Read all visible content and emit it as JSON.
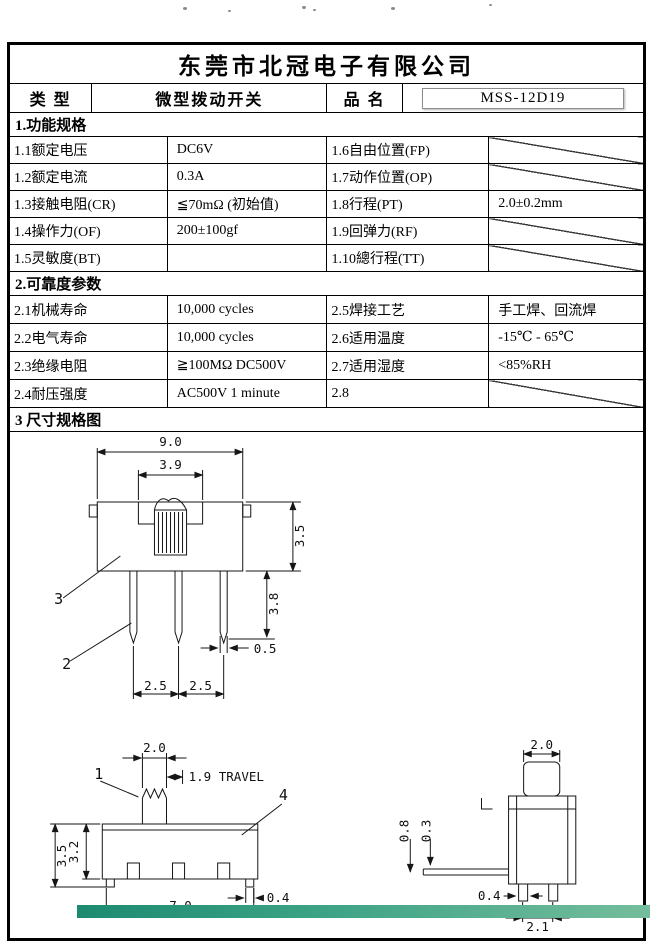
{
  "header": {
    "company": "东莞市北冠电子有限公司",
    "type_label": "类 型",
    "type_value": "微型拨动开关",
    "product_label": "品 名",
    "product_value": "MSS-12D19"
  },
  "section1": {
    "title": "1.功能规格",
    "rows": [
      {
        "p1": "1.1额定电压",
        "v1": "DC6V",
        "p2": "1.6自由位置(FP)",
        "v2": ""
      },
      {
        "p1": "1.2额定电流",
        "v1": "0.3A",
        "p2": "1.7动作位置(OP)",
        "v2": ""
      },
      {
        "p1": "1.3接触电阻(CR)",
        "v1": "≦70mΩ (初始值)",
        "p2": "1.8行程(PT)",
        "v2": "2.0±0.2mm"
      },
      {
        "p1": "1.4操作力(OF)",
        "v1": "200±100gf",
        "p2": "1.9回弹力(RF)",
        "v2": ""
      },
      {
        "p1": "1.5灵敏度(BT)",
        "v1": "",
        "p2": "1.10總行程(TT)",
        "v2": ""
      }
    ]
  },
  "section2": {
    "title": "2.可靠度参数",
    "rows": [
      {
        "p1": "2.1机械寿命",
        "v1": "10,000 cycles",
        "p2": "2.5焊接工艺",
        "v2": "手工焊、回流焊"
      },
      {
        "p1": "2.2电气寿命",
        "v1": "10,000 cycles",
        "p2": "2.6适用温度",
        "v2": "-15℃ - 65℃"
      },
      {
        "p1": "2.3绝缘电阻",
        "v1": "≧100MΩ DC500V",
        "p2": "2.7适用湿度",
        "v2": "<85%RH"
      },
      {
        "p1": "2.4耐压强度",
        "v1": "AC500V 1 minute",
        "p2": "2.8",
        "v2": ""
      }
    ]
  },
  "section3": {
    "title": "3 尺寸规格图"
  },
  "drawing": {
    "front": {
      "width": "9.0",
      "slider": "3.9",
      "height": "3.5",
      "pin_len": "3.8",
      "pin_w": "0.5",
      "pitch_a": "2.5",
      "pitch_b": "2.5",
      "label2": "2",
      "label3": "3"
    },
    "bottom": {
      "knob": "2.0",
      "travel": "1.9 TRAVEL",
      "h_total": "3.5",
      "h_body": "3.2",
      "foot": "0.4",
      "base": "7.0",
      "label1": "1",
      "label4": "4"
    },
    "side": {
      "knob": "2.0",
      "t1": "0.8",
      "t2": "0.3",
      "foot": "0.4",
      "pitch": "2.1"
    }
  }
}
